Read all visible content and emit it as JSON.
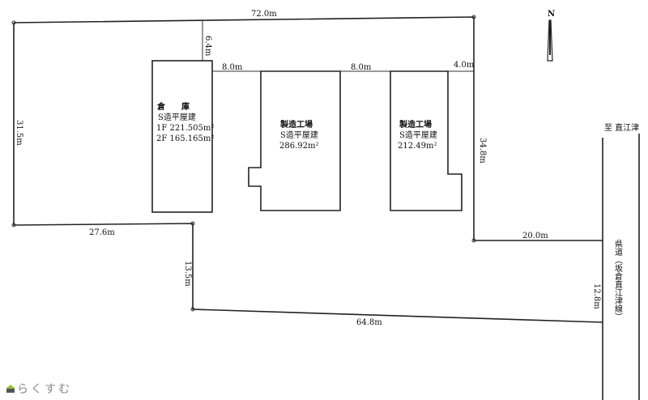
{
  "compass": {
    "label": "N"
  },
  "dimensions": {
    "top": "72.0m",
    "setback_warehouse": "6.4m",
    "gap1": "8.0m",
    "gap2": "8.0m",
    "gap3": "4.0m",
    "left": "31.5m",
    "right_upper": "34.8m",
    "bottom_left": "27.6m",
    "left_step": "13.5m",
    "right_step": "20.0m",
    "road_frontage": "12.8m",
    "bottom": "64.8m"
  },
  "buildings": [
    {
      "name": "倉　　庫",
      "structure": "S造平屋建",
      "area1": "1F 221.505m²",
      "area2": "2F 165.165m²"
    },
    {
      "name": "製造工場",
      "structure": "S造平屋建",
      "area1": "286.92m²"
    },
    {
      "name": "製造工場",
      "structure": "S造平屋建",
      "area1": "212.49m²"
    }
  ],
  "road": {
    "direction": "至 直江津",
    "name": "県道（坂倉直江津線）"
  },
  "logo": {
    "text": "らくすむ"
  }
}
